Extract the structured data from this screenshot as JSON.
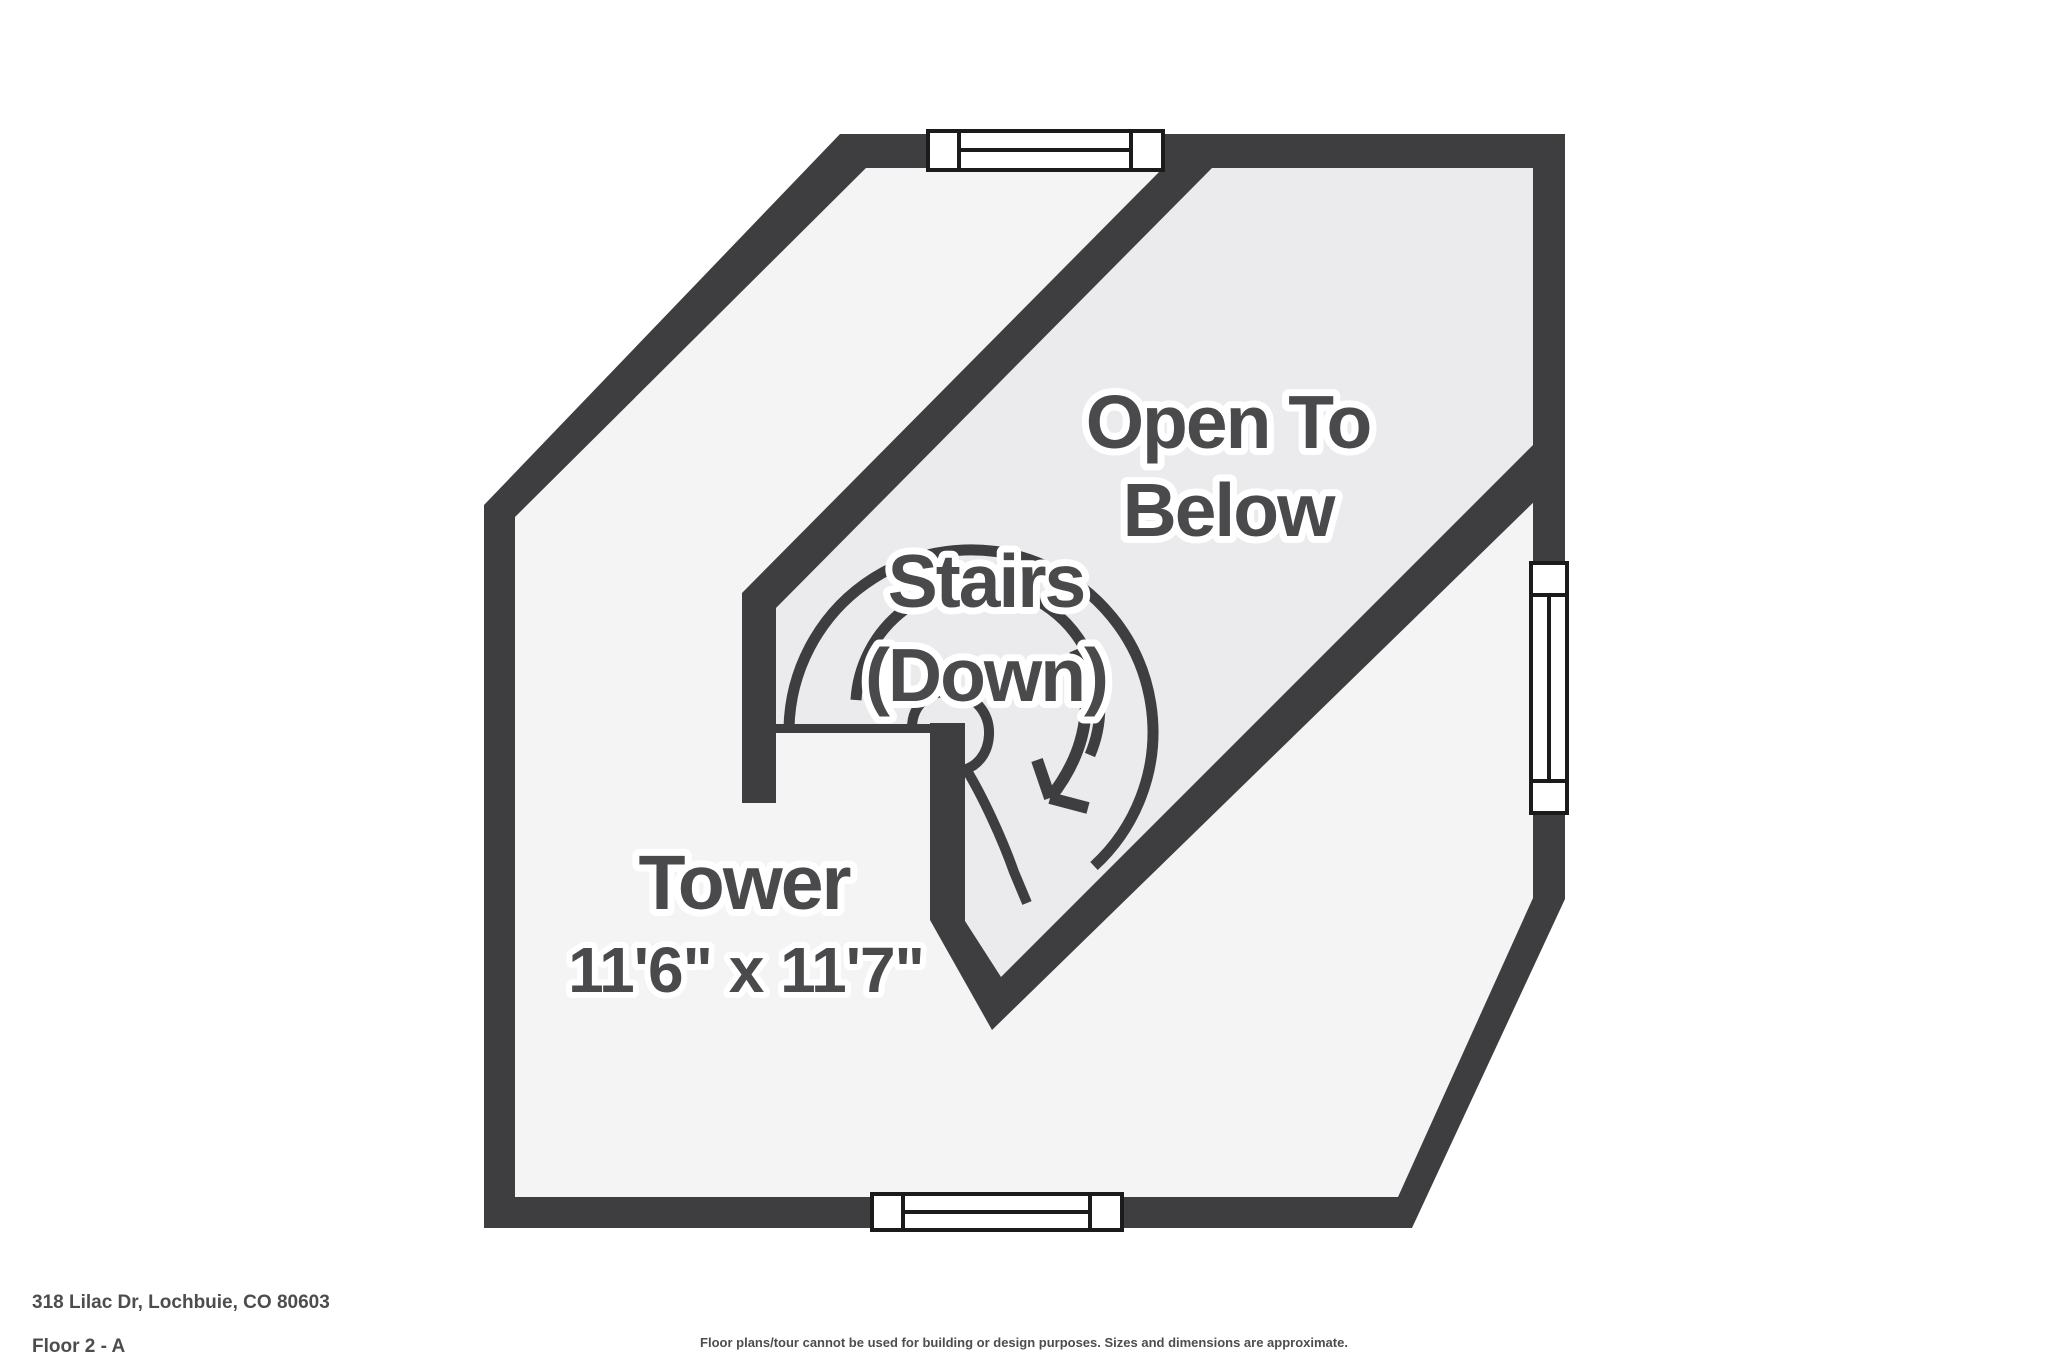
{
  "floorplan": {
    "labels": {
      "open_to_below_line1": "Open To",
      "open_to_below_line2": "Below",
      "stairs_line1": "Stairs",
      "stairs_line2": "(Down)",
      "tower_name": "Tower",
      "tower_dimensions": "11'6\" x 11'7\""
    },
    "footer": {
      "address": "318 Lilac Dr, Lochbuie, CO 80603",
      "floor_label": "Floor 2 - A",
      "disclaimer": "Floor plans/tour cannot be used for building or design purposes. Sizes and dimensions are approximate."
    },
    "colors": {
      "wall": "#3e3e41",
      "floor": "#f4f4f5",
      "open_area_floor": "#ebebed",
      "label_text": "#4a4a4c",
      "footer_text": "#4d4d50",
      "window_fill": "#ffffff",
      "window_frame": "#1b1b1b",
      "background": "#ffffff"
    }
  }
}
